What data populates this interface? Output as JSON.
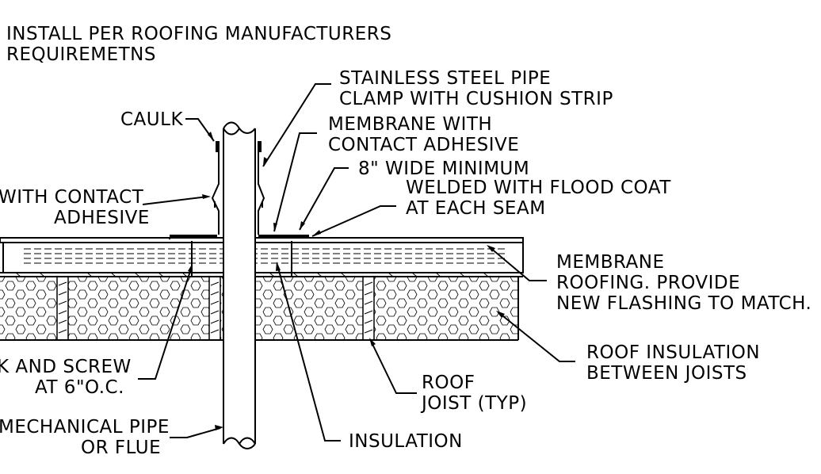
{
  "drawing": {
    "labels": {
      "install_note_1": "INSTALL PER ROOFING MANUFACTURERS",
      "install_note_2": "REQUIREMETNS",
      "pipe_clamp_1": "STAINLESS STEEL PIPE",
      "pipe_clamp_2": "CLAMP WITH CUSHION STRIP",
      "caulk": "CAULK",
      "membrane_adhesive_1": "MEMBRANE WITH",
      "membrane_adhesive_2": "CONTACT ADHESIVE",
      "wide_min": "8\" WIDE MINIMUM",
      "welded_1": "WELDED WITH FLOOD COAT",
      "welded_2": "AT EACH SEAM",
      "with_contact_1": "WITH CONTACT",
      "with_contact_2": "ADHESIVE",
      "membrane_roofing_1": "MEMBRANE",
      "membrane_roofing_2": "ROOFING. PROVIDE",
      "membrane_roofing_3": "NEW FLASHING TO MATCH.",
      "roof_insulation_1": "ROOF INSULATION",
      "roof_insulation_2": "BETWEEN JOISTS",
      "screw_1": "K AND SCREW",
      "screw_2": "AT 6\"O.C.",
      "roof_joist_1": "ROOF",
      "roof_joist_2": "JOIST (TYP)",
      "mech_pipe_1": "MECHANICAL PIPE",
      "mech_pipe_2": "OR FLUE",
      "insulation": "INSULATION"
    }
  }
}
